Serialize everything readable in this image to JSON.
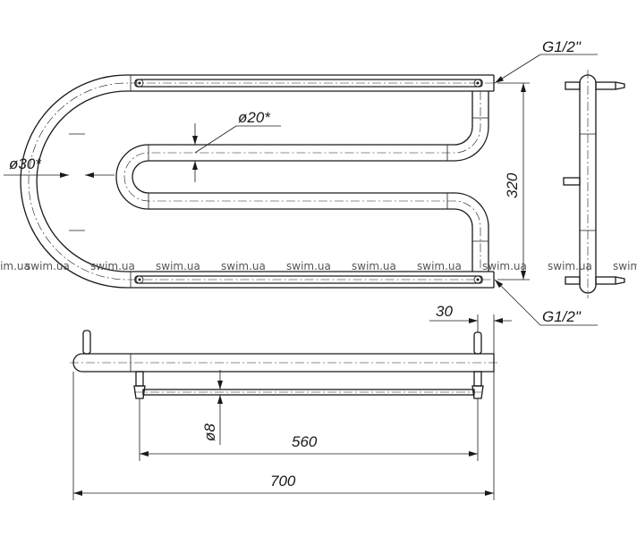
{
  "dimensions": {
    "thread_top": "G1/2\"",
    "thread_bottom": "G1/2\"",
    "pipe_diameter": "ø20*",
    "outer_diameter": "ø30*",
    "height": "320",
    "offset": "30",
    "shelf_diameter": "ø8",
    "shelf_length": "560",
    "total_length": "700"
  },
  "watermark": {
    "text": "swim.ua"
  }
}
